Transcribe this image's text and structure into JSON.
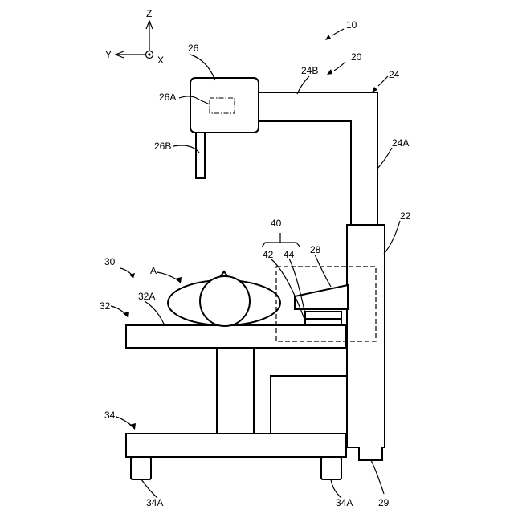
{
  "axes": {
    "z": "Z",
    "y": "Y",
    "x": "X"
  },
  "labels": {
    "l10": "10",
    "l20": "20",
    "l22": "22",
    "l24": "24",
    "l24A": "24A",
    "l24B": "24B",
    "l26": "26",
    "l26A": "26A",
    "l26B": "26B",
    "l28": "28",
    "l29": "29",
    "l30": "30",
    "l32": "32",
    "l32A": "32A",
    "l34": "34",
    "l34A_left": "34A",
    "l34A_right": "34A",
    "l40": "40",
    "l42": "42",
    "l44": "44",
    "lA": "A"
  }
}
